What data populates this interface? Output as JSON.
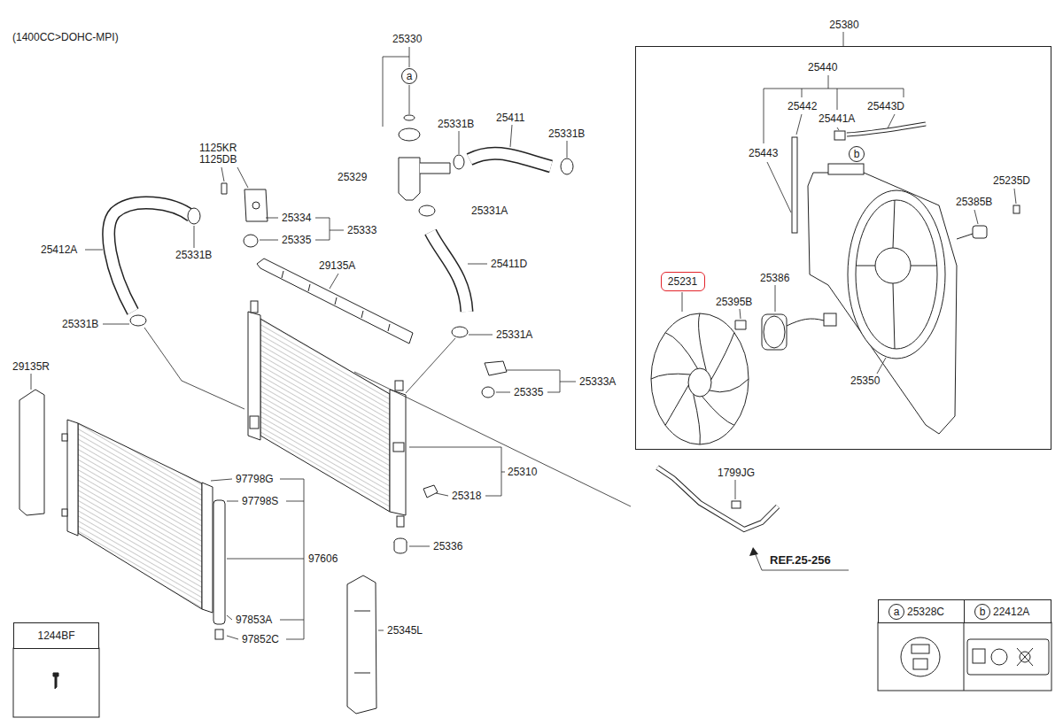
{
  "diagram": {
    "nodes": [
      {
        "text": [
          "25380"
        ]
      },
      {
        "text": [
          "25231"
        ],
        "in": 0
      },
      {
        "text": [
          "b"
        ],
        "in": 0
      },
      {
        "text": [
          "a"
        ]
      },
      {
        "text": [
          "25328C"
        ]
      },
      {
        "text": [
          "a"
        ],
        "in": 4
      },
      {
        "text": [
          "22412A"
        ]
      },
      {
        "text": [
          "b"
        ],
        "in": 6
      },
      {
        "text": [
          "1244BF"
        ]
      }
    ],
    "labels": [
      "(1400CC>DOHC-MPI)",
      "25330",
      "25331B",
      "25411",
      "25331B",
      "1125KR",
      "1125DB",
      "25329",
      "25331A",
      "25334",
      "25333",
      "25335",
      "25412A",
      "25331B",
      "29135A",
      "25411D",
      "25331B",
      "25331A",
      "29135R",
      "25333A",
      "25335",
      "25310",
      "25318",
      "97798G",
      "97798S",
      "97606",
      "25336",
      "97853A",
      "97852C",
      "25345L",
      "1799JG",
      "REF.25-256",
      "25440",
      "25442",
      "25441A",
      "25443D",
      "25443",
      "25235D",
      "25385B",
      "25386",
      "25395B",
      "25350"
    ]
  }
}
